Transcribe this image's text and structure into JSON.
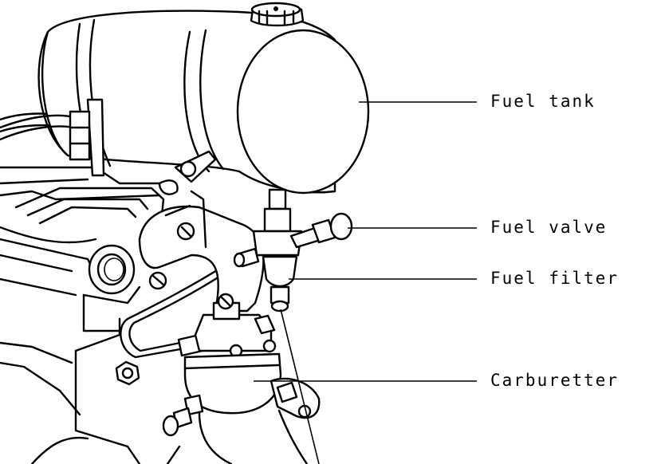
{
  "labels": {
    "fuel_tank": "Fuel tank",
    "fuel_valve": "Fuel valve",
    "fuel_filter": "Fuel filter",
    "carburetter": "Carburetter"
  },
  "colors": {
    "line": "#000000",
    "background": "#ffffff"
  }
}
